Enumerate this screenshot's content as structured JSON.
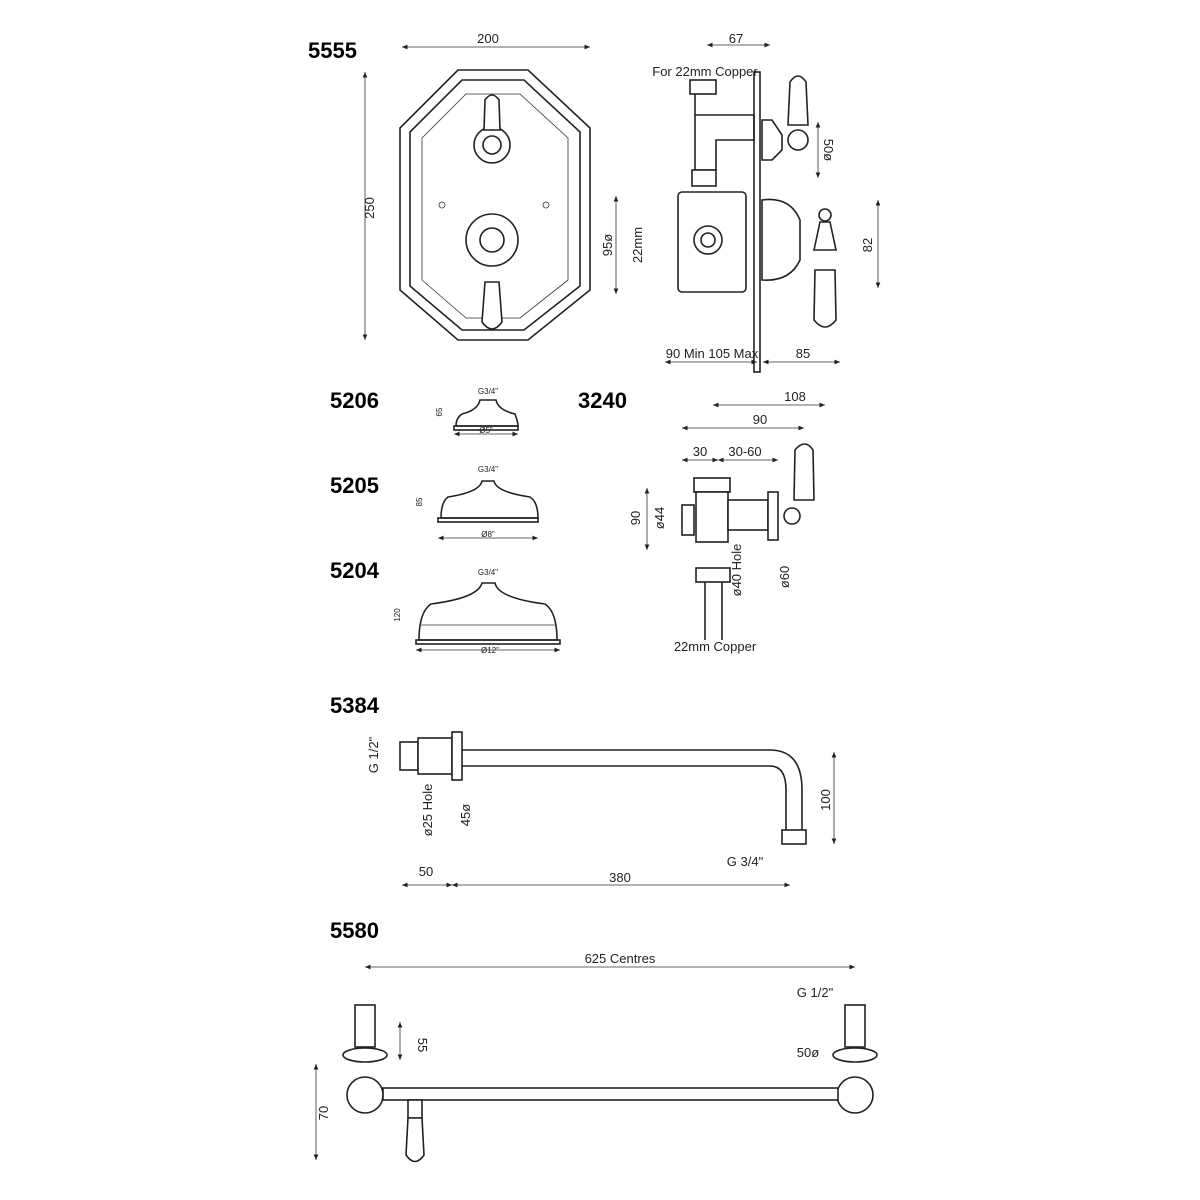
{
  "codes": {
    "c5555": "5555",
    "c5206": "5206",
    "c3240": "3240",
    "c5205": "5205",
    "c5204": "5204",
    "c5384": "5384",
    "c5580": "5580"
  },
  "valve": {
    "width": "200",
    "height": "250",
    "depth_67": "67",
    "copper": "For 22mm Copper",
    "d50": "50ø",
    "d95": "95ø",
    "d22": "22mm",
    "d82": "82",
    "minmax": "90 Min 105 Max",
    "d85": "85"
  },
  "heads": [
    {
      "thread": "G3/4\"",
      "height": "65",
      "dia": "Ø5\""
    },
    {
      "thread": "G3/4\"",
      "height": "85",
      "dia": "Ø8\""
    },
    {
      "thread": "G3/4\"",
      "height": "120",
      "dia": "Ø12\""
    }
  ],
  "stopvalve": {
    "d108": "108",
    "d90": "90",
    "d30": "30",
    "d3060": "30-60",
    "h90": "90",
    "d44": "ø44",
    "hole": "ø40 Hole",
    "d60": "ø60",
    "copper": "22mm Copper"
  },
  "arm": {
    "g12": "G 1/2\"",
    "hole": "ø25 Hole",
    "d45": "45ø",
    "d100": "100",
    "g34": "G 3/4\"",
    "d50": "50",
    "d380": "380"
  },
  "bar": {
    "centres": "625 Centres",
    "g12": "G 1/2\"",
    "d55": "55",
    "d50": "50ø",
    "d70": "70"
  }
}
